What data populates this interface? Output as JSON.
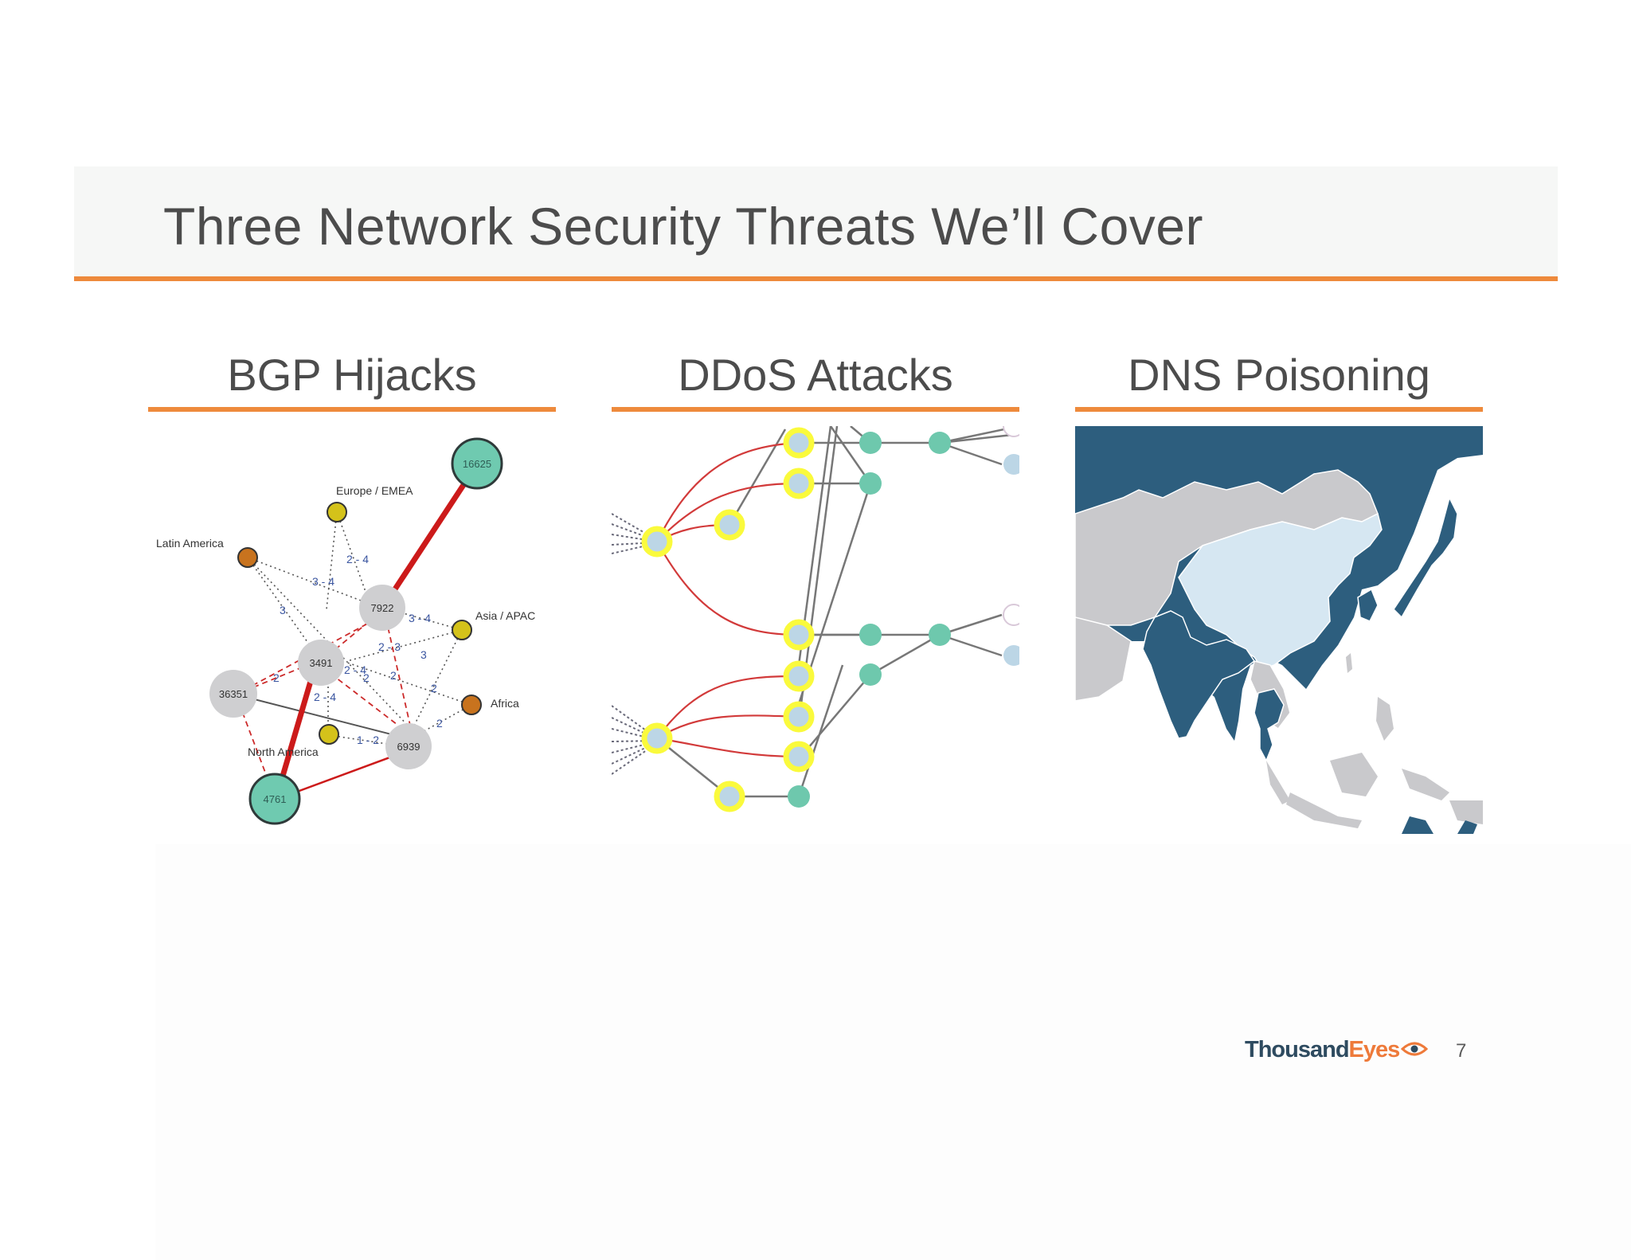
{
  "slide": {
    "title": "Three Network Security Threats We’ll Cover",
    "page_number": "7"
  },
  "columns": [
    {
      "title": "BGP Hijacks"
    },
    {
      "title": "DDoS Attacks"
    },
    {
      "title": "DNS Poisoning"
    }
  ],
  "bgp_graph": {
    "nodes": {
      "n16625": "16625",
      "n7922": "7922",
      "n3491": "3491",
      "n36351": "36351",
      "n6939": "6939",
      "n4761": "4761"
    },
    "region_labels": {
      "europe": "Europe / EMEA",
      "latam": "Latin America",
      "asia": "Asia / APAC",
      "africa": "Africa",
      "namerica": "North America"
    },
    "edge_labels": [
      "2 - 4",
      "3 - 4",
      "3",
      "3 - 4",
      "2 - 3",
      "3",
      "2",
      "2 - 4",
      "2",
      "2",
      "2",
      "1 - 2",
      "2",
      "2 - 4"
    ],
    "colors": {
      "origin_node": "#6fcab0",
      "as_node": "#cfcfd1",
      "region_yellow": "#d4c21a",
      "region_orange": "#c8731e",
      "hijack_edge": "#cc1a1a"
    }
  },
  "ddos_graph": {
    "colors": {
      "highlight": "#fafa3c",
      "node_fill": "#bcd6e6",
      "agent": "#6ec8ad",
      "attack_edge": "#d23a3a"
    }
  },
  "dns_map": {
    "colors": {
      "ocean": "#2d5e7e",
      "land": "#c9c9cc",
      "china": "#d6e7f2",
      "highlight": "#2d5e7e"
    }
  },
  "footer": {
    "logo_part1": "Thousand",
    "logo_part2": "Eyes"
  }
}
